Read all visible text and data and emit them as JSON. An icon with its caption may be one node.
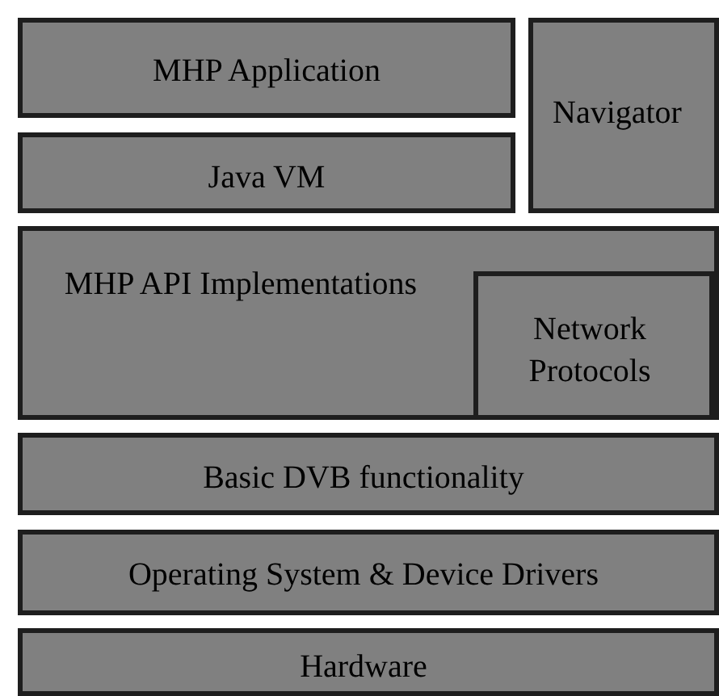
{
  "diagram": {
    "nodes": [
      {
        "text": [
          "MHP Application"
        ]
      },
      {
        "text": [
          "Java VM"
        ]
      },
      {
        "text": [
          "Navigator"
        ]
      },
      {
        "text": [
          "MHP API Implementations"
        ]
      },
      {
        "text": [
          "Network Protocols"
        ],
        "in": 3
      },
      {
        "text": [
          "Basic DVB functionality"
        ]
      },
      {
        "text": [
          "Operating System & Device Drivers"
        ]
      },
      {
        "text": [
          "Hardware"
        ]
      }
    ]
  }
}
